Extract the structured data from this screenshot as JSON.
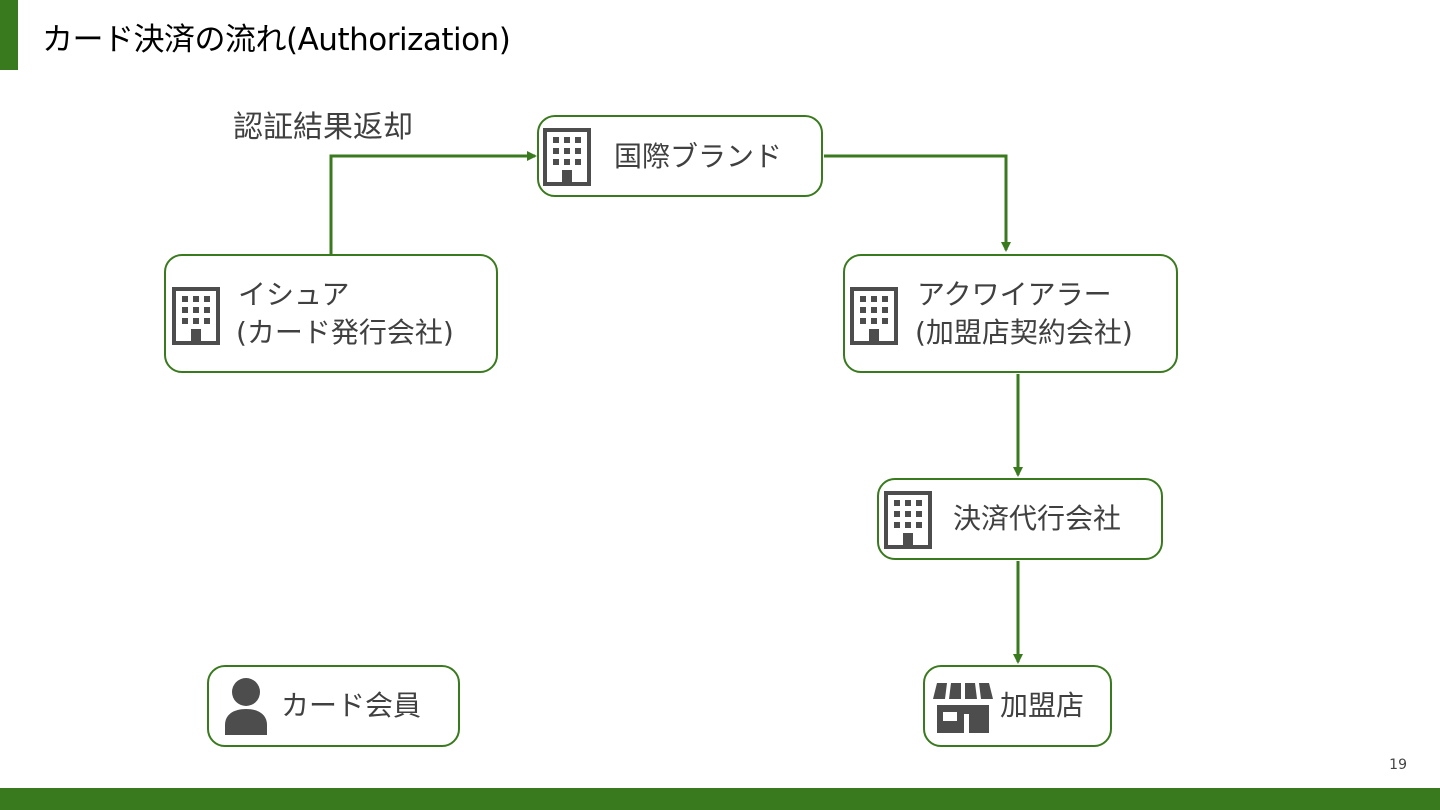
{
  "slide": {
    "title": "カード決済の流れ(Authorization)",
    "page_number": "19"
  },
  "diagram": {
    "annotation": "認証結果返却",
    "accent_color": "#3a7a1e",
    "icon_color": "#4d4d4d",
    "nodes": {
      "brand": {
        "label": "国際ブランド",
        "icon": "building-icon"
      },
      "issuer": {
        "line1": "イシュア",
        "line2": "(カード発行会社)",
        "icon": "building-icon"
      },
      "acquirer": {
        "line1": "アクワイアラー",
        "line2": "(加盟店契約会社)",
        "icon": "building-icon"
      },
      "psp": {
        "label": "決済代行会社",
        "icon": "building-icon"
      },
      "cardholder": {
        "label": "カード会員",
        "icon": "person-icon"
      },
      "merchant": {
        "label": "加盟店",
        "icon": "store-icon"
      }
    },
    "edges": [
      {
        "from": "issuer",
        "to": "brand",
        "label": "認証結果返却"
      },
      {
        "from": "brand",
        "to": "acquirer"
      },
      {
        "from": "acquirer",
        "to": "psp"
      },
      {
        "from": "psp",
        "to": "merchant"
      }
    ]
  }
}
